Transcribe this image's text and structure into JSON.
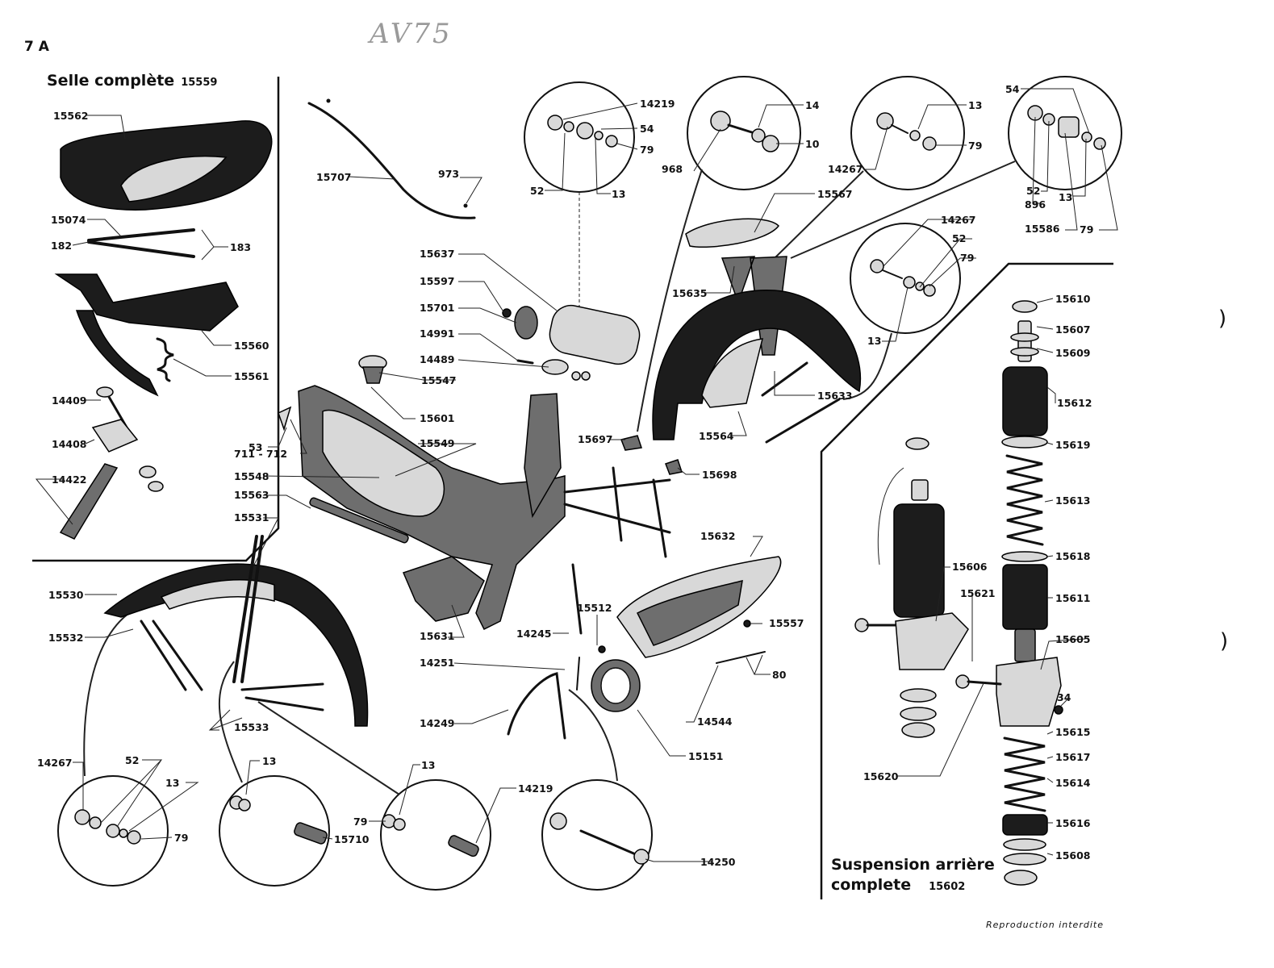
{
  "page": {
    "page_number": "7 A",
    "handwritten_note": "AV75",
    "footer": "Reproduction interdite"
  },
  "sections": {
    "saddle": {
      "title": "Selle complète",
      "number": "15559"
    },
    "rear_suspension": {
      "title_line1": "Suspension arrière",
      "title_line2": "complete",
      "number": "15602"
    }
  },
  "labels": {
    "saddle": [
      "15562",
      "15074",
      "182",
      "183",
      "15560",
      "15561",
      "14409",
      "14408",
      "14422"
    ],
    "top_left": [
      "15707",
      "973"
    ],
    "detail_a": [
      "14219",
      "54",
      "79",
      "52",
      "13"
    ],
    "detail_b": [
      "14",
      "10",
      "968"
    ],
    "detail_c": [
      "13",
      "79",
      "14267"
    ],
    "detail_d": [
      "54",
      "52",
      "896",
      "13",
      "15586",
      "79"
    ],
    "detail_e": [
      "14267",
      "52",
      "79",
      "13"
    ],
    "lamp": [
      "15637",
      "15597",
      "15701",
      "14991",
      "14489"
    ],
    "frame": [
      "15547",
      "15601",
      "15549",
      "53",
      "711 - 712",
      "15548",
      "15563",
      "15531"
    ],
    "rear_mudguard": [
      "15567",
      "15635",
      "15633",
      "15564",
      "15697",
      "15698"
    ],
    "front_mudguard": [
      "15530",
      "15532",
      "15533"
    ],
    "lower_parts": [
      "15631",
      "14245",
      "15512",
      "15557",
      "15632",
      "14251",
      "80",
      "14544",
      "14249",
      "15151"
    ],
    "bottom_details": {
      "d1": [
        "14267",
        "52",
        "13",
        "79"
      ],
      "d2": [
        "13",
        "15710"
      ],
      "d3": [
        "13",
        "79",
        "14219"
      ],
      "d4": [
        "14250"
      ]
    },
    "suspension": [
      "15610",
      "15607",
      "15609",
      "15612",
      "15619",
      "15613",
      "15618",
      "15611",
      "15606",
      "15621",
      "15605",
      "34",
      "15615",
      "15617",
      "15614",
      "15616",
      "15608",
      "15620"
    ]
  }
}
